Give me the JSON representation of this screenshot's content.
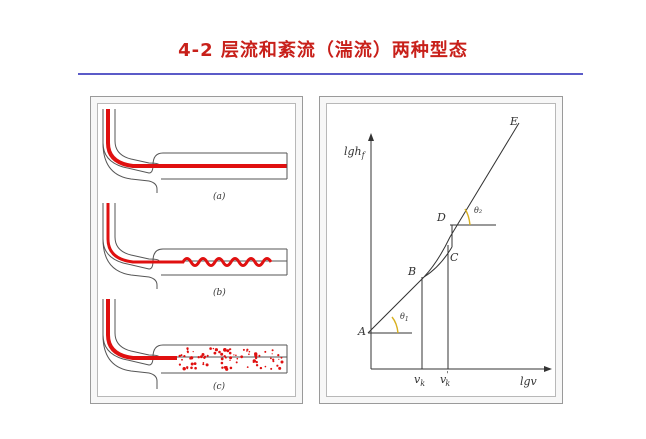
{
  "slide": {
    "title": "4-2  层流和紊流（湍流）两种型态"
  },
  "pipes": [
    {
      "caption": "(a)"
    },
    {
      "caption": "(b)"
    },
    {
      "caption": "(c)"
    }
  ],
  "graph": {
    "y_axis_main": "lgh",
    "y_axis_sub": "f",
    "x_axis": "lgv",
    "points": {
      "A": "A",
      "B": "B",
      "C": "C",
      "D": "D",
      "E": "E"
    },
    "angle1_main": "θ",
    "angle1_sub": "1",
    "angle2": "θ₂",
    "vk_main": "v",
    "vk_sub": "k",
    "vk2_main": "v",
    "vk2_sub": "k",
    "vk2_sup": "'"
  },
  "colors": {
    "title": "#c8201a",
    "dye": "#e01010",
    "rule": "#5b5bc8"
  }
}
